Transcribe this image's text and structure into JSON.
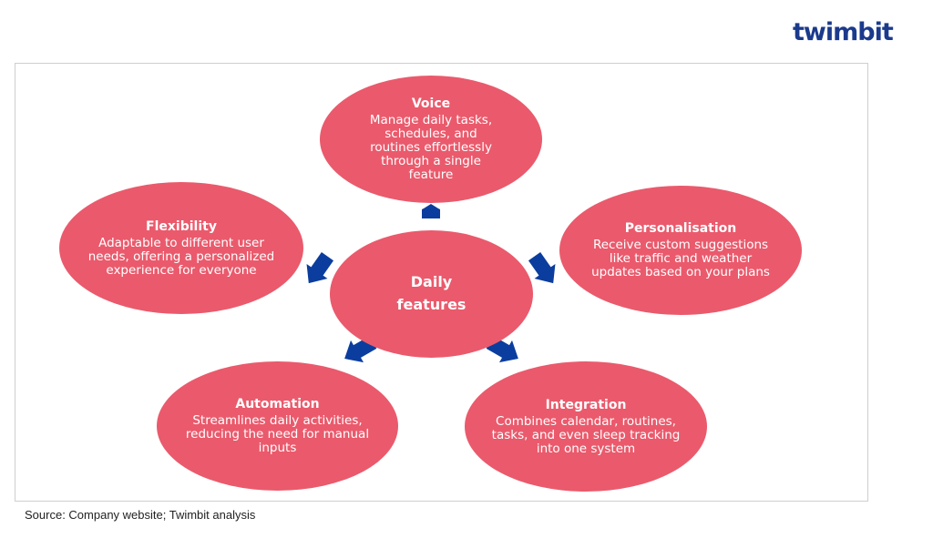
{
  "logo": "twimbit",
  "colors": {
    "node": "#ea5a6c",
    "arrow": "#0b3d9e",
    "brand": "#1b3a8c"
  },
  "center": {
    "title": "Daily features"
  },
  "nodes": [
    {
      "title": "Voice",
      "desc": "Manage daily tasks, schedules, and routines effortlessly through a single feature"
    },
    {
      "title": "Personalisation",
      "desc": "Receive custom suggestions like traffic and weather updates based on your plans"
    },
    {
      "title": "Integration",
      "desc": "Combines calendar, routines, tasks, and even sleep tracking into one system"
    },
    {
      "title": "Automation",
      "desc": "Streamlines daily activities, reducing the need for manual inputs"
    },
    {
      "title": "Flexibility",
      "desc": "Adaptable to different user needs, offering a personalized experience for everyone"
    }
  ],
  "source": "Source: Company website; Twimbit analysis"
}
